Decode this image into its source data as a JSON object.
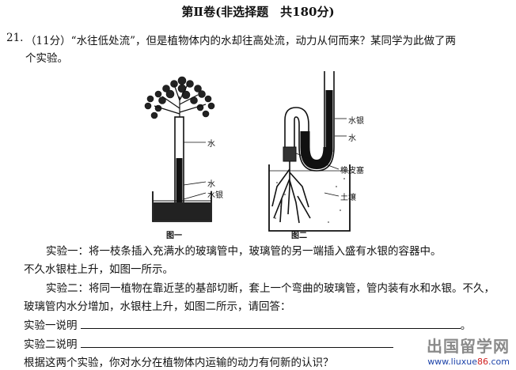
{
  "header": {
    "title": "第Ⅱ卷(非选择题　共180分)"
  },
  "question": {
    "number": "21.",
    "intro_line1": "（11分）“水往低处流”，但是植物体内的水却往高处流，动力从何而来？某同学为此做了两",
    "intro_line2": "个实验。"
  },
  "figure1": {
    "label_water_top": "水",
    "label_water": "水",
    "label_container": "水银",
    "caption": "图一"
  },
  "figure2": {
    "label_mercury": "水银",
    "label_water": "水",
    "label_rubber": "橡皮塞",
    "label_soil": "土壤",
    "caption": "图二"
  },
  "experiment1": {
    "line1": "实验一：将一枝条插入充满水的玻璃管中，玻璃管的另一端插入盛有水银的容器中。",
    "line2": "不久水银柱上升，如图一所示。"
  },
  "experiment2": {
    "line1": "实验二：将同一植物在靠近茎的基部切断，套上一个弯曲的玻璃管，管内装有水和水银。不久，",
    "line2": "玻璃管内水分增加，水银柱上升，如图二所示，请回答："
  },
  "answers": {
    "q1_label": "实验一说明",
    "q1_end": "。",
    "q2_label": "实验二说明",
    "q3": "根据这两个实验，你对水分在植物体内运输的动力有何新的认识？"
  },
  "watermark": {
    "text_cn": "出国留学网",
    "url_prefix": "www.liuxue",
    "url_red": "86",
    "url_suffix": ".com"
  }
}
